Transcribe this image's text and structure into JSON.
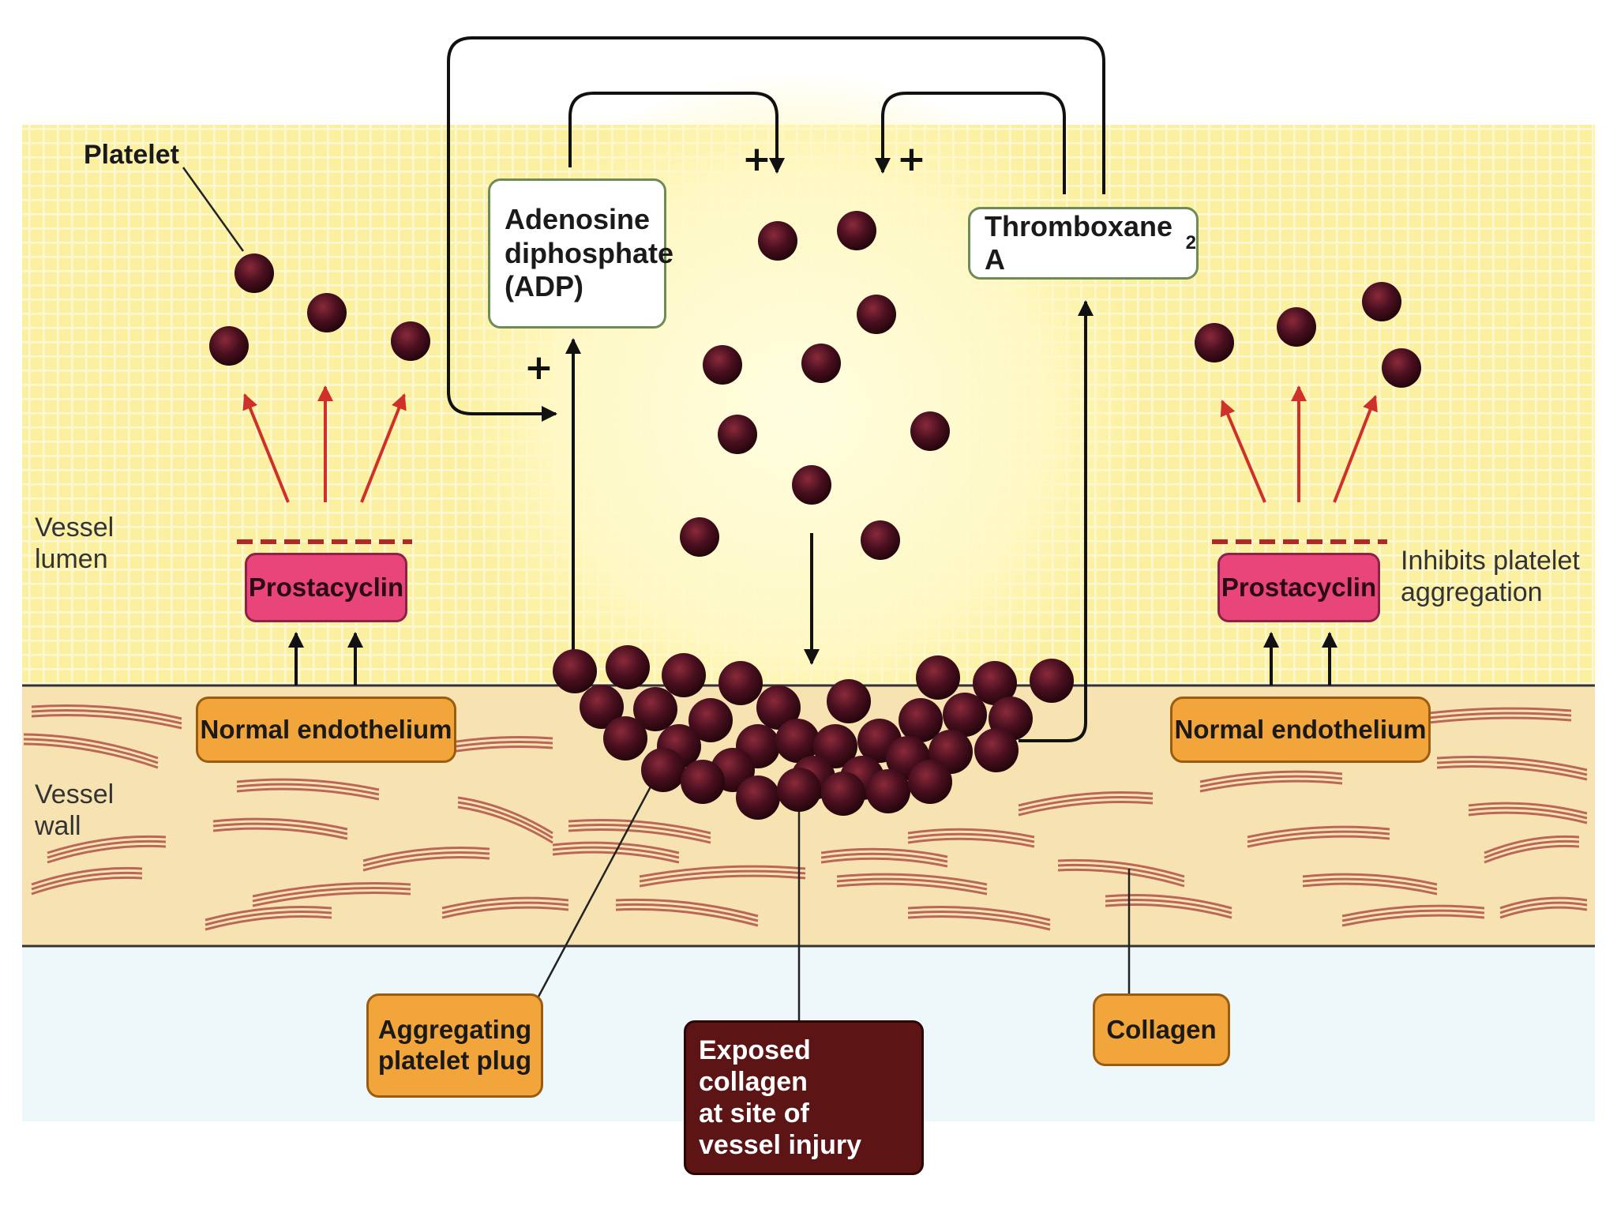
{
  "labels": {
    "platelet": "Platelet",
    "adp_line1": "Adenosine",
    "adp_line2": "diphosphate",
    "adp_line3": "(ADP)",
    "thromboxane": "Thromboxane A",
    "thromboxane_sub": "2",
    "vessel_lumen_line1": "Vessel",
    "vessel_lumen_line2": "lumen",
    "vessel_wall_line1": "Vessel",
    "vessel_wall_line2": "wall",
    "prostacyclin_left": "Prostacyclin",
    "prostacyclin_right": "Prostacyclin",
    "inhibits_line1": "Inhibits platelet",
    "inhibits_line2": "aggregation",
    "normal_endothelium_left": "Normal endothelium",
    "normal_endothelium_right": "Normal endothelium",
    "aggregating_line1": "Aggregating",
    "aggregating_line2": "platelet plug",
    "exposed_line1": "Exposed collagen",
    "exposed_line2": "at site of",
    "exposed_line3": "vessel injury",
    "collagen": "Collagen",
    "plus_adp": "+",
    "plus_top_left": "+",
    "plus_top_right": "+"
  },
  "colors": {
    "lumen_bg": "#fbf3a6",
    "lumen_center": "#fffbd2",
    "wall_bg": "#f8e6b6",
    "collagen_fiber": "#b0524a",
    "platelet": "#4a1020",
    "prostacyclin": "#e8457a",
    "endothelium": "#f2a53a",
    "red_arrow": "#d0302a",
    "black_arrow": "#111111"
  }
}
